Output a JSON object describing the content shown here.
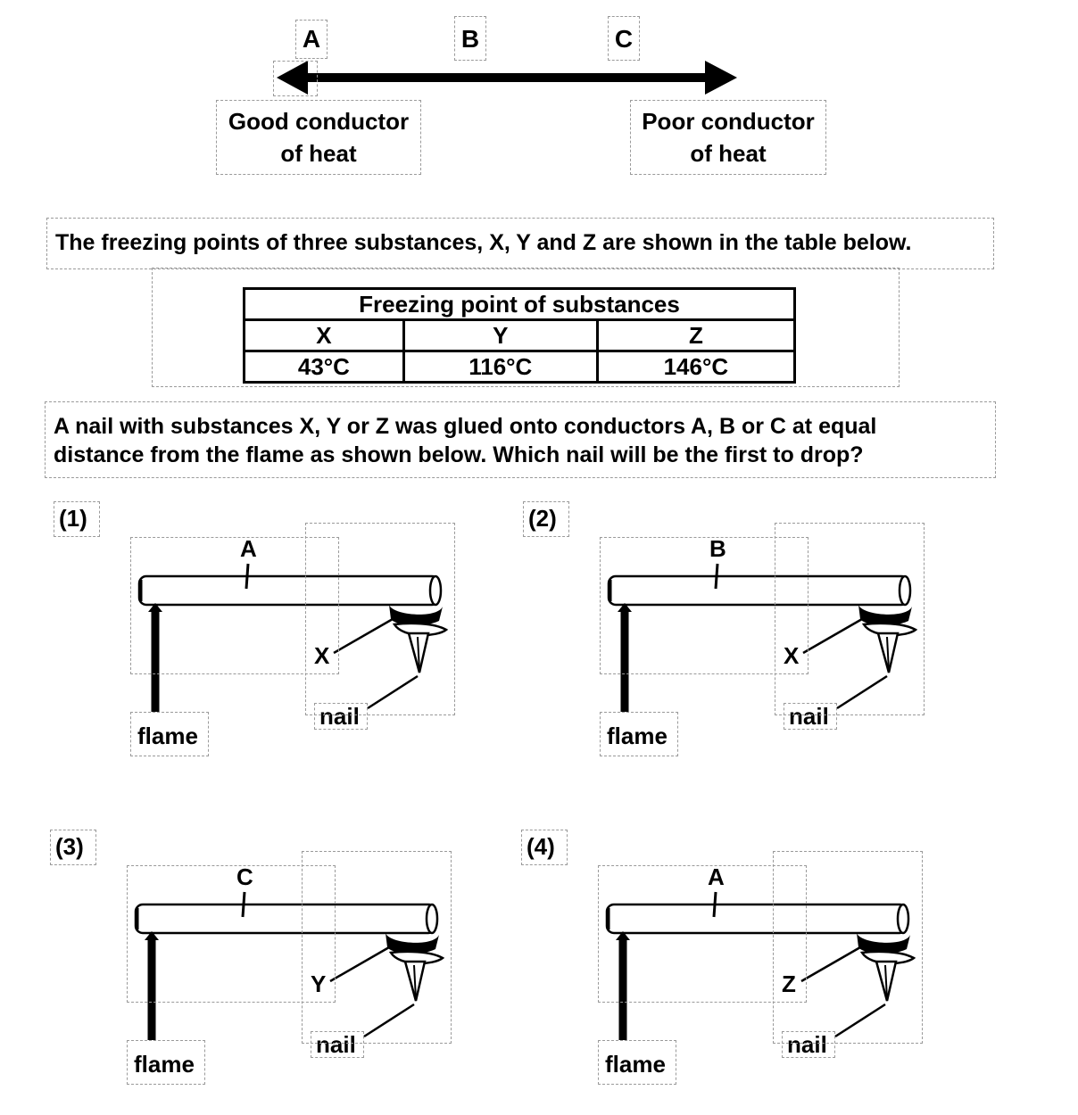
{
  "scale": {
    "points": [
      "A",
      "B",
      "C"
    ],
    "left_label": [
      "Good conductor",
      "of heat"
    ],
    "right_label": [
      "Poor conductor",
      "of heat"
    ]
  },
  "intro": "The freezing points of three substances, X, Y and Z are shown in the table below.",
  "table": {
    "title": "Freezing point of substances",
    "headers": [
      "X",
      "Y",
      "Z"
    ],
    "values": [
      "43°C",
      "116°C",
      "146°C"
    ]
  },
  "question": [
    "A nail with substances X, Y or Z was glued onto conductors A, B or C at equal",
    "distance from the flame as shown below. Which nail will be the first to drop?"
  ],
  "options": [
    {
      "number": "(1)",
      "conductor": "A",
      "substance": "X",
      "nail": "nail",
      "flame": "flame"
    },
    {
      "number": "(2)",
      "conductor": "B",
      "substance": "X",
      "nail": "nail",
      "flame": "flame"
    },
    {
      "number": "(3)",
      "conductor": "C",
      "substance": "Y",
      "nail": "nail",
      "flame": "flame"
    },
    {
      "number": "(4)",
      "conductor": "A",
      "substance": "Z",
      "nail": "nail",
      "flame": "flame"
    }
  ]
}
